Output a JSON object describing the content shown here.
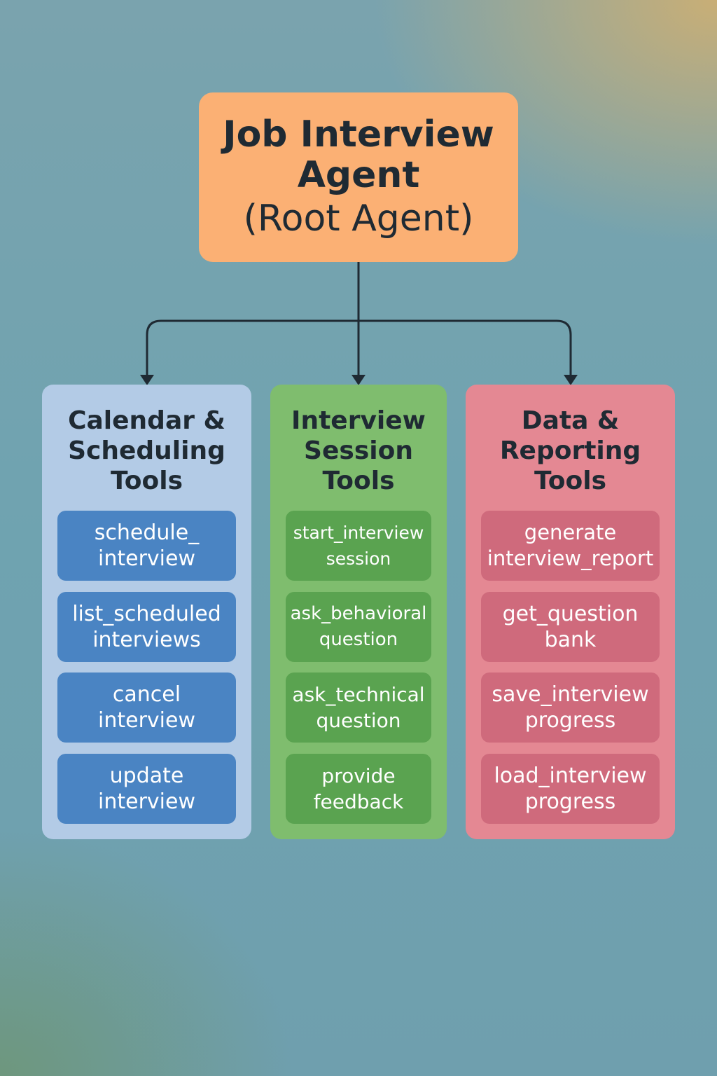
{
  "root": {
    "title": "Job Interview\nAgent",
    "subtitle": "(Root Agent)"
  },
  "columns": [
    {
      "heading": "Calendar &\nScheduling\nTools",
      "tools": [
        "schedule_\ninterview",
        "list_scheduled\ninterviews",
        "cancel\ninterview",
        "update\ninterview"
      ]
    },
    {
      "heading": "Interview\nSession\nTools",
      "tools": [
        "start_interview\nsession",
        "ask_behavioral\nquestion",
        "ask_technical\nquestion",
        "provide\nfeedback"
      ]
    },
    {
      "heading": "Data &\nReporting\nTools",
      "tools": [
        "generate\ninterview_report",
        "get_question\nbank",
        "save_interview\nprogress",
        "load_interview\nprogress"
      ]
    }
  ],
  "colors": {
    "root": "#fbb074",
    "calendar_panel": "#b3cbe6",
    "calendar_tool": "#4a84c3",
    "session_panel": "#7fbd6e",
    "session_tool": "#5aa350",
    "data_panel": "#e48893",
    "data_tool": "#cf6a7c",
    "connector": "#1f2a33"
  }
}
